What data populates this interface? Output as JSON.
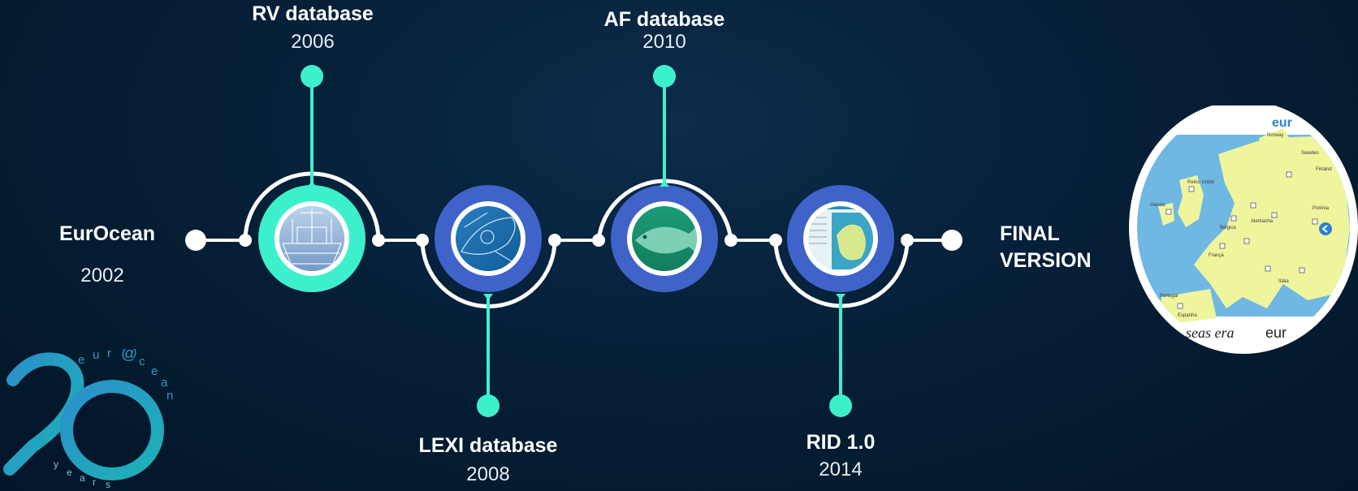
{
  "milestones": [
    {
      "id": "eurocean",
      "title": "EurOcean",
      "year": "2002"
    },
    {
      "id": "rv",
      "title": "RV database",
      "year": "2006"
    },
    {
      "id": "lexi",
      "title": "LEXI database",
      "year": "2008"
    },
    {
      "id": "af",
      "title": "AF database",
      "year": "2010"
    },
    {
      "id": "rid",
      "title": "RID 1.0",
      "year": "2014"
    }
  ],
  "final": {
    "line1": "FINAL",
    "line2": "VERSION"
  },
  "logo": {
    "letters": [
      "e",
      "u",
      "r",
      "@",
      "c",
      "e",
      "a",
      "n"
    ],
    "years_letters": [
      "y",
      "e",
      "a",
      "r",
      "s"
    ],
    "number": "20"
  },
  "map": {
    "brand_top": "eur",
    "footer_left": "seas era",
    "footer_right": "eur",
    "labels": [
      "Norway",
      "Sweden",
      "Finland",
      "Irlanda",
      "Reino Unido",
      "Polónia",
      "Bélgica",
      "Alemanha",
      "França",
      "Portugal",
      "Espanha",
      "Itália"
    ]
  },
  "colors": {
    "teal": "#3df0cc",
    "blue": "#3f63c8",
    "line": "#ffffff",
    "bg": "#06213a"
  }
}
